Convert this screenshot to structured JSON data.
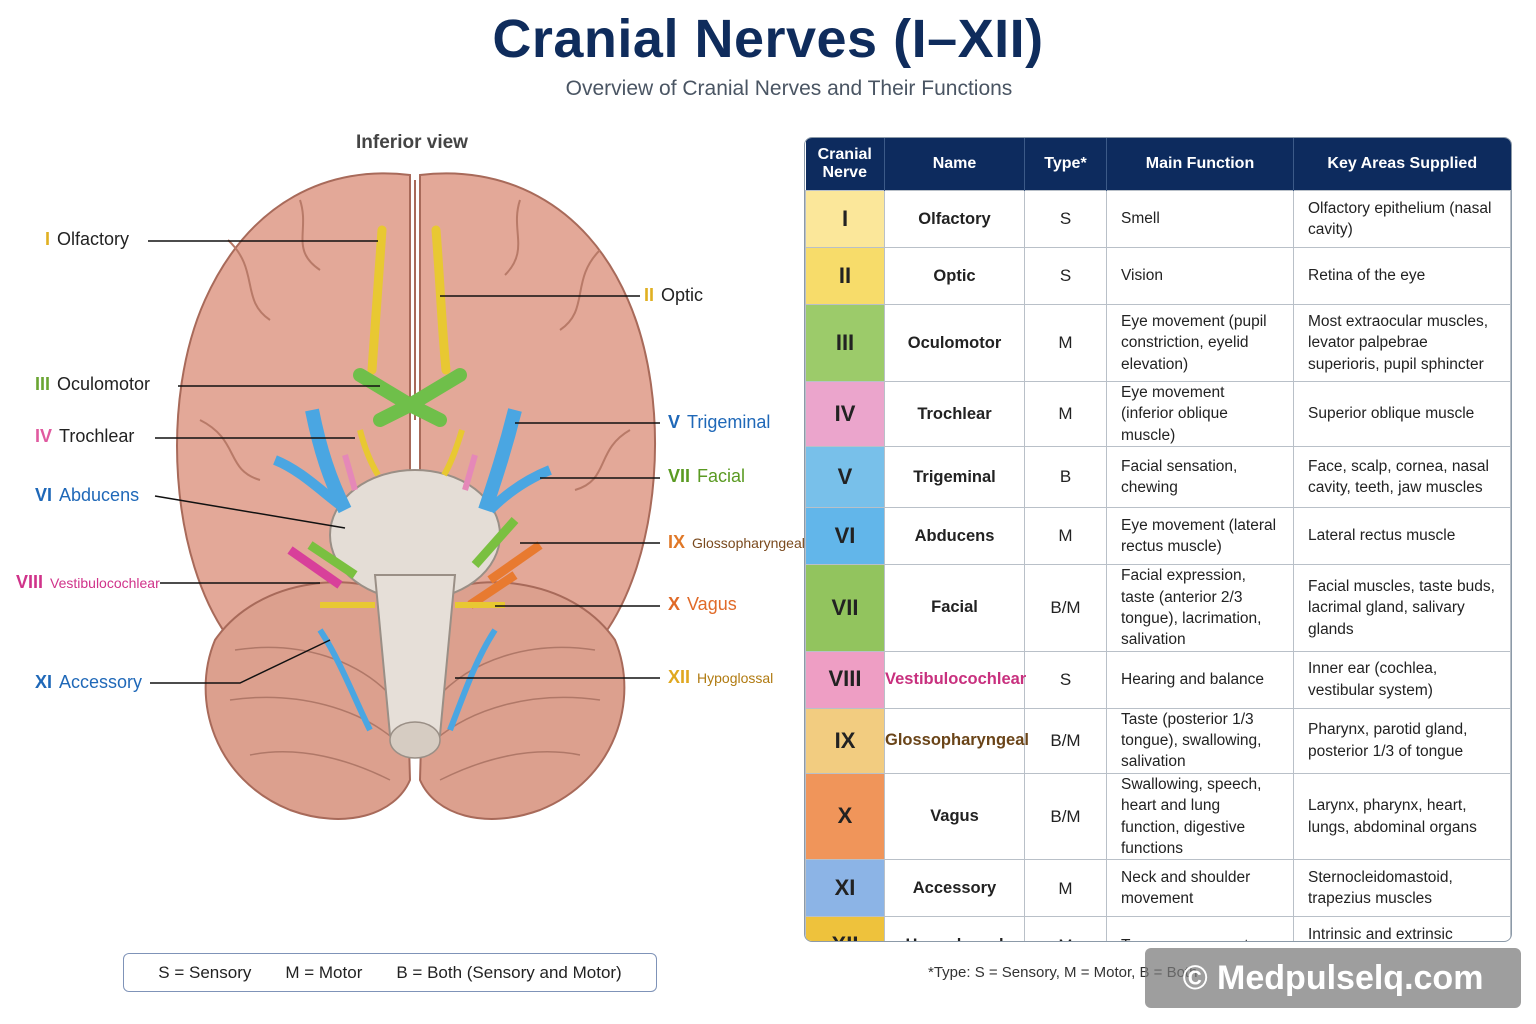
{
  "header": {
    "title": "Cranial Nerves (I–XII)",
    "subtitle": "Overview of Cranial Nerves and Their Functions"
  },
  "diagram": {
    "view_label": "Inferior view",
    "labels": [
      {
        "num": "I",
        "name": "Olfactory",
        "color": "#e0b022",
        "name_color": "#222"
      },
      {
        "num": "II",
        "name": "Optic",
        "color": "#e0b022",
        "name_color": "#222"
      },
      {
        "num": "III",
        "name": "Oculomotor",
        "color": "#6aa532",
        "name_color": "#222"
      },
      {
        "num": "IV",
        "name": "Trochlear",
        "color": "#e05aa0",
        "name_color": "#222"
      },
      {
        "num": "V",
        "name": "Trigeminal",
        "color": "#1f68b8",
        "name_color": "#1f68b8"
      },
      {
        "num": "VI",
        "name": "Abducens",
        "color": "#1f68b8",
        "name_color": "#1f68b8"
      },
      {
        "num": "VII",
        "name": "Facial",
        "color": "#5a9a22",
        "name_color": "#5a9a22"
      },
      {
        "num": "VIII",
        "name": "Vestibulocochlear",
        "color": "#d0338a",
        "name_color": "#d0338a"
      },
      {
        "num": "IX",
        "name": "Glossopharyngeal",
        "color": "#e07828",
        "name_color": "#7a4a1e"
      },
      {
        "num": "X",
        "name": "Vagus",
        "color": "#e06a28",
        "name_color": "#e06a28"
      },
      {
        "num": "XI",
        "name": "Accessory",
        "color": "#1f68b8",
        "name_color": "#1f68b8"
      },
      {
        "num": "XII",
        "name": "Hypoglossal",
        "color": "#e0a820",
        "name_color": "#b07a10"
      }
    ]
  },
  "legend": {
    "s": "S = Sensory",
    "m": "M = Motor",
    "b": "B = Both (Sensory and Motor)"
  },
  "table": {
    "headers": [
      "Cranial Nerve",
      "Name",
      "Type*",
      "Main Function",
      "Key Areas Supplied"
    ],
    "rows": [
      {
        "num": "I",
        "name": "Olfactory",
        "type": "S",
        "function": "Smell",
        "areas": "Olfactory epithelium (nasal cavity)",
        "color": "#fbe79a",
        "name_color": "#222"
      },
      {
        "num": "II",
        "name": "Optic",
        "type": "S",
        "function": "Vision",
        "areas": "Retina of the eye",
        "color": "#f7dc6a",
        "name_color": "#222"
      },
      {
        "num": "III",
        "name": "Oculomotor",
        "type": "M",
        "function": "Eye movement (pupil constriction, eyelid elevation)",
        "areas": "Most extraocular muscles, levator palpebrae superioris, pupil sphincter",
        "color": "#9ccb6a",
        "name_color": "#222"
      },
      {
        "num": "IV",
        "name": "Trochlear",
        "type": "M",
        "function": "Eye movement (inferior oblique muscle)",
        "areas": "Superior oblique muscle",
        "color": "#eba5cc",
        "name_color": "#222"
      },
      {
        "num": "V",
        "name": "Trigeminal",
        "type": "B",
        "function": "Facial sensation, chewing",
        "areas": "Face, scalp, cornea, nasal cavity, teeth, jaw muscles",
        "color": "#78c0ea",
        "name_color": "#222"
      },
      {
        "num": "VI",
        "name": "Abducens",
        "type": "M",
        "function": "Eye movement (lateral rectus muscle)",
        "areas": "Lateral rectus muscle",
        "color": "#62b6ea",
        "name_color": "#222"
      },
      {
        "num": "VII",
        "name": "Facial",
        "type": "B/M",
        "function": "Facial expression, taste (anterior 2/3 tongue), lacrimation, salivation",
        "areas": "Facial muscles, taste buds, lacrimal gland, salivary glands",
        "color": "#92c45e",
        "name_color": "#222"
      },
      {
        "num": "VIII",
        "name": "Vestibulocochlear",
        "type": "S",
        "function": "Hearing and balance",
        "areas": "Inner ear (cochlea, vestibular system)",
        "color": "#ee9ec4",
        "name_color": "#c8307e"
      },
      {
        "num": "IX",
        "name": "Glossopharyngeal",
        "type": "B/M",
        "function": "Taste (posterior 1/3 tongue), swallowing, salivation",
        "areas": "Pharynx, parotid gland, posterior 1/3 of tongue",
        "color": "#f2cc80",
        "name_color": "#6a4418"
      },
      {
        "num": "X",
        "name": "Vagus",
        "type": "B/M",
        "function": "Swallowing, speech, heart and lung function, digestive functions",
        "areas": "Larynx, pharynx, heart, lungs, abdominal organs",
        "color": "#f0955a",
        "name_color": "#222"
      },
      {
        "num": "XI",
        "name": "Accessory",
        "type": "M",
        "function": "Neck and shoulder movement",
        "areas": "Sternocleidomastoid, trapezius muscles",
        "color": "#8cb4e6",
        "name_color": "#222"
      },
      {
        "num": "XII",
        "name": "Hypoglossal",
        "type": "M",
        "function": "Tongue movement",
        "areas": "Intrinsic and extrinsic muscles of the tongue",
        "color": "#eec23c",
        "name_color": "#222"
      }
    ]
  },
  "footnote": "*Type: S = Sensory, M = Motor, B = Both",
  "watermark": "© Medpulselq.com"
}
